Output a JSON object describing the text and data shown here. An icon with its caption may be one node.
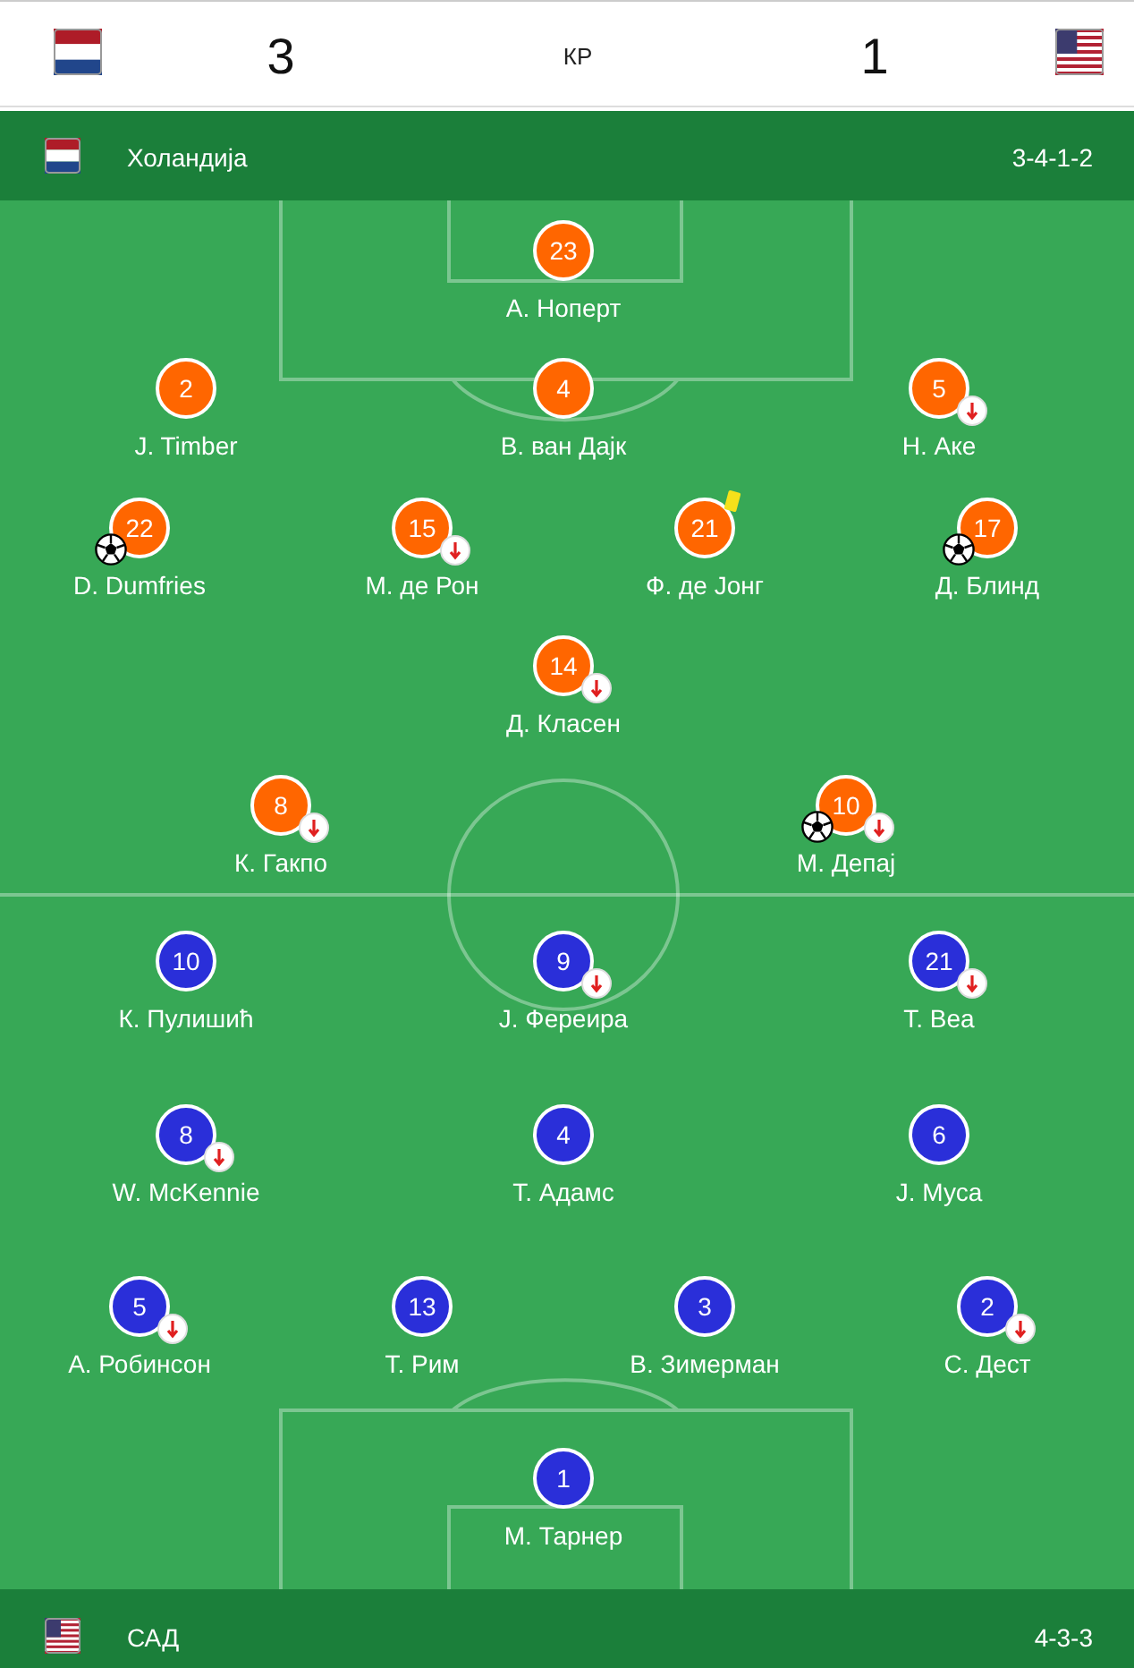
{
  "diagram": {
    "nodes": [
      {
        "text": [
          "23",
          "А. Ноперт"
        ]
      },
      {
        "text": [
          "2",
          "J. Timber"
        ]
      },
      {
        "text": [
          "4",
          "В. ван Дајк"
        ]
      },
      {
        "text": [
          "5",
          "Н. Аке"
        ]
      },
      {
        "text": [
          "22",
          "D. Dumfries"
        ]
      },
      {
        "text": [
          "15",
          "М. де Рон"
        ]
      },
      {
        "text": [
          "21",
          "Ф. де Јонг"
        ]
      },
      {
        "text": [
          "17",
          "Д. Блинд"
        ]
      },
      {
        "text": [
          "14",
          "Д. Класен"
        ]
      },
      {
        "text": [
          "8",
          "К. Гакпо"
        ]
      },
      {
        "text": [
          "10",
          "М. Депај"
        ]
      },
      {
        "text": [
          "10",
          "К. Пулишић"
        ]
      },
      {
        "text": [
          "9",
          "J. Фереира"
        ]
      },
      {
        "text": [
          "21",
          "Т. Веа"
        ]
      },
      {
        "text": [
          "8",
          "W. McKennie"
        ]
      },
      {
        "text": [
          "4",
          "Т. Адамс"
        ]
      },
      {
        "text": [
          "6",
          "J. Муса"
        ]
      },
      {
        "text": [
          "5",
          "А. Робинсон"
        ]
      },
      {
        "text": [
          "13",
          "Т. Рим"
        ]
      },
      {
        "text": [
          "3",
          "В. Зимерман"
        ]
      },
      {
        "text": [
          "2",
          "С. Дест"
        ]
      },
      {
        "text": [
          "1",
          "М. Тарнер"
        ]
      }
    ],
    "labels": [
      "3",
      "КР",
      "1",
      "Холандија",
      "3-4-1-2",
      "САД",
      "4-3-3"
    ]
  }
}
